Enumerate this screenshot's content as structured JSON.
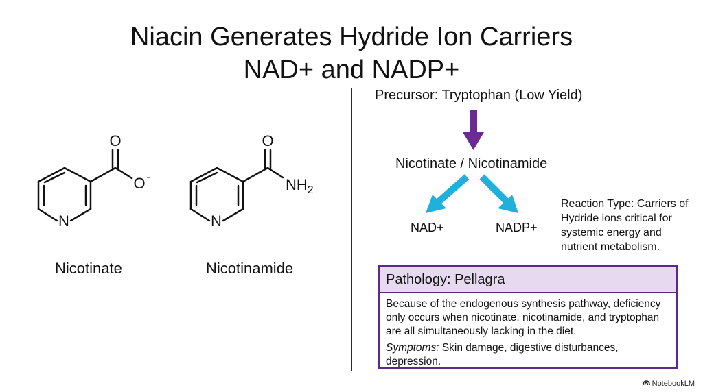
{
  "title": {
    "line1": "Niacin Generates Hydride Ion Carriers",
    "line2": "NAD+ and NADP+"
  },
  "molecules": [
    {
      "name": "Nicotinate",
      "atoms": {
        "ring_n": "N",
        "oxygen_top": "O",
        "oxygen_side": "O",
        "charge": "-"
      }
    },
    {
      "name": "Nicotinamide",
      "atoms": {
        "ring_n": "N",
        "oxygen_top": "O",
        "amide": "NH",
        "amide_sub": "2"
      }
    }
  ],
  "pathway": {
    "precursor": "Precursor: Tryptophan (Low Yield)",
    "intermediate": "Nicotinate / Nicotinamide",
    "products": [
      "NAD+",
      "NADP+"
    ],
    "reaction_type": "Reaction Type: Carriers of Hydride ions critical for systemic energy and nutrient metabolism."
  },
  "colors": {
    "precursor_arrow": "#6a2c91",
    "product_arrows": "#1fb1dc",
    "box_border": "#5b2a86",
    "box_header_bg": "#e6d9f0"
  },
  "pathology": {
    "header": "Pathology: Pellagra",
    "body": "Because of the endogenous synthesis pathway, deficiency only occurs when nicotinate, nicotinamide, and tryptophan are all simultaneously lacking in the diet.",
    "symptoms_label": "Symptoms:",
    "symptoms_text": " Skin damage, digestive disturbances, depression."
  },
  "brand": {
    "logo_icon": "notebook-icon",
    "label": "NotebookLM"
  }
}
